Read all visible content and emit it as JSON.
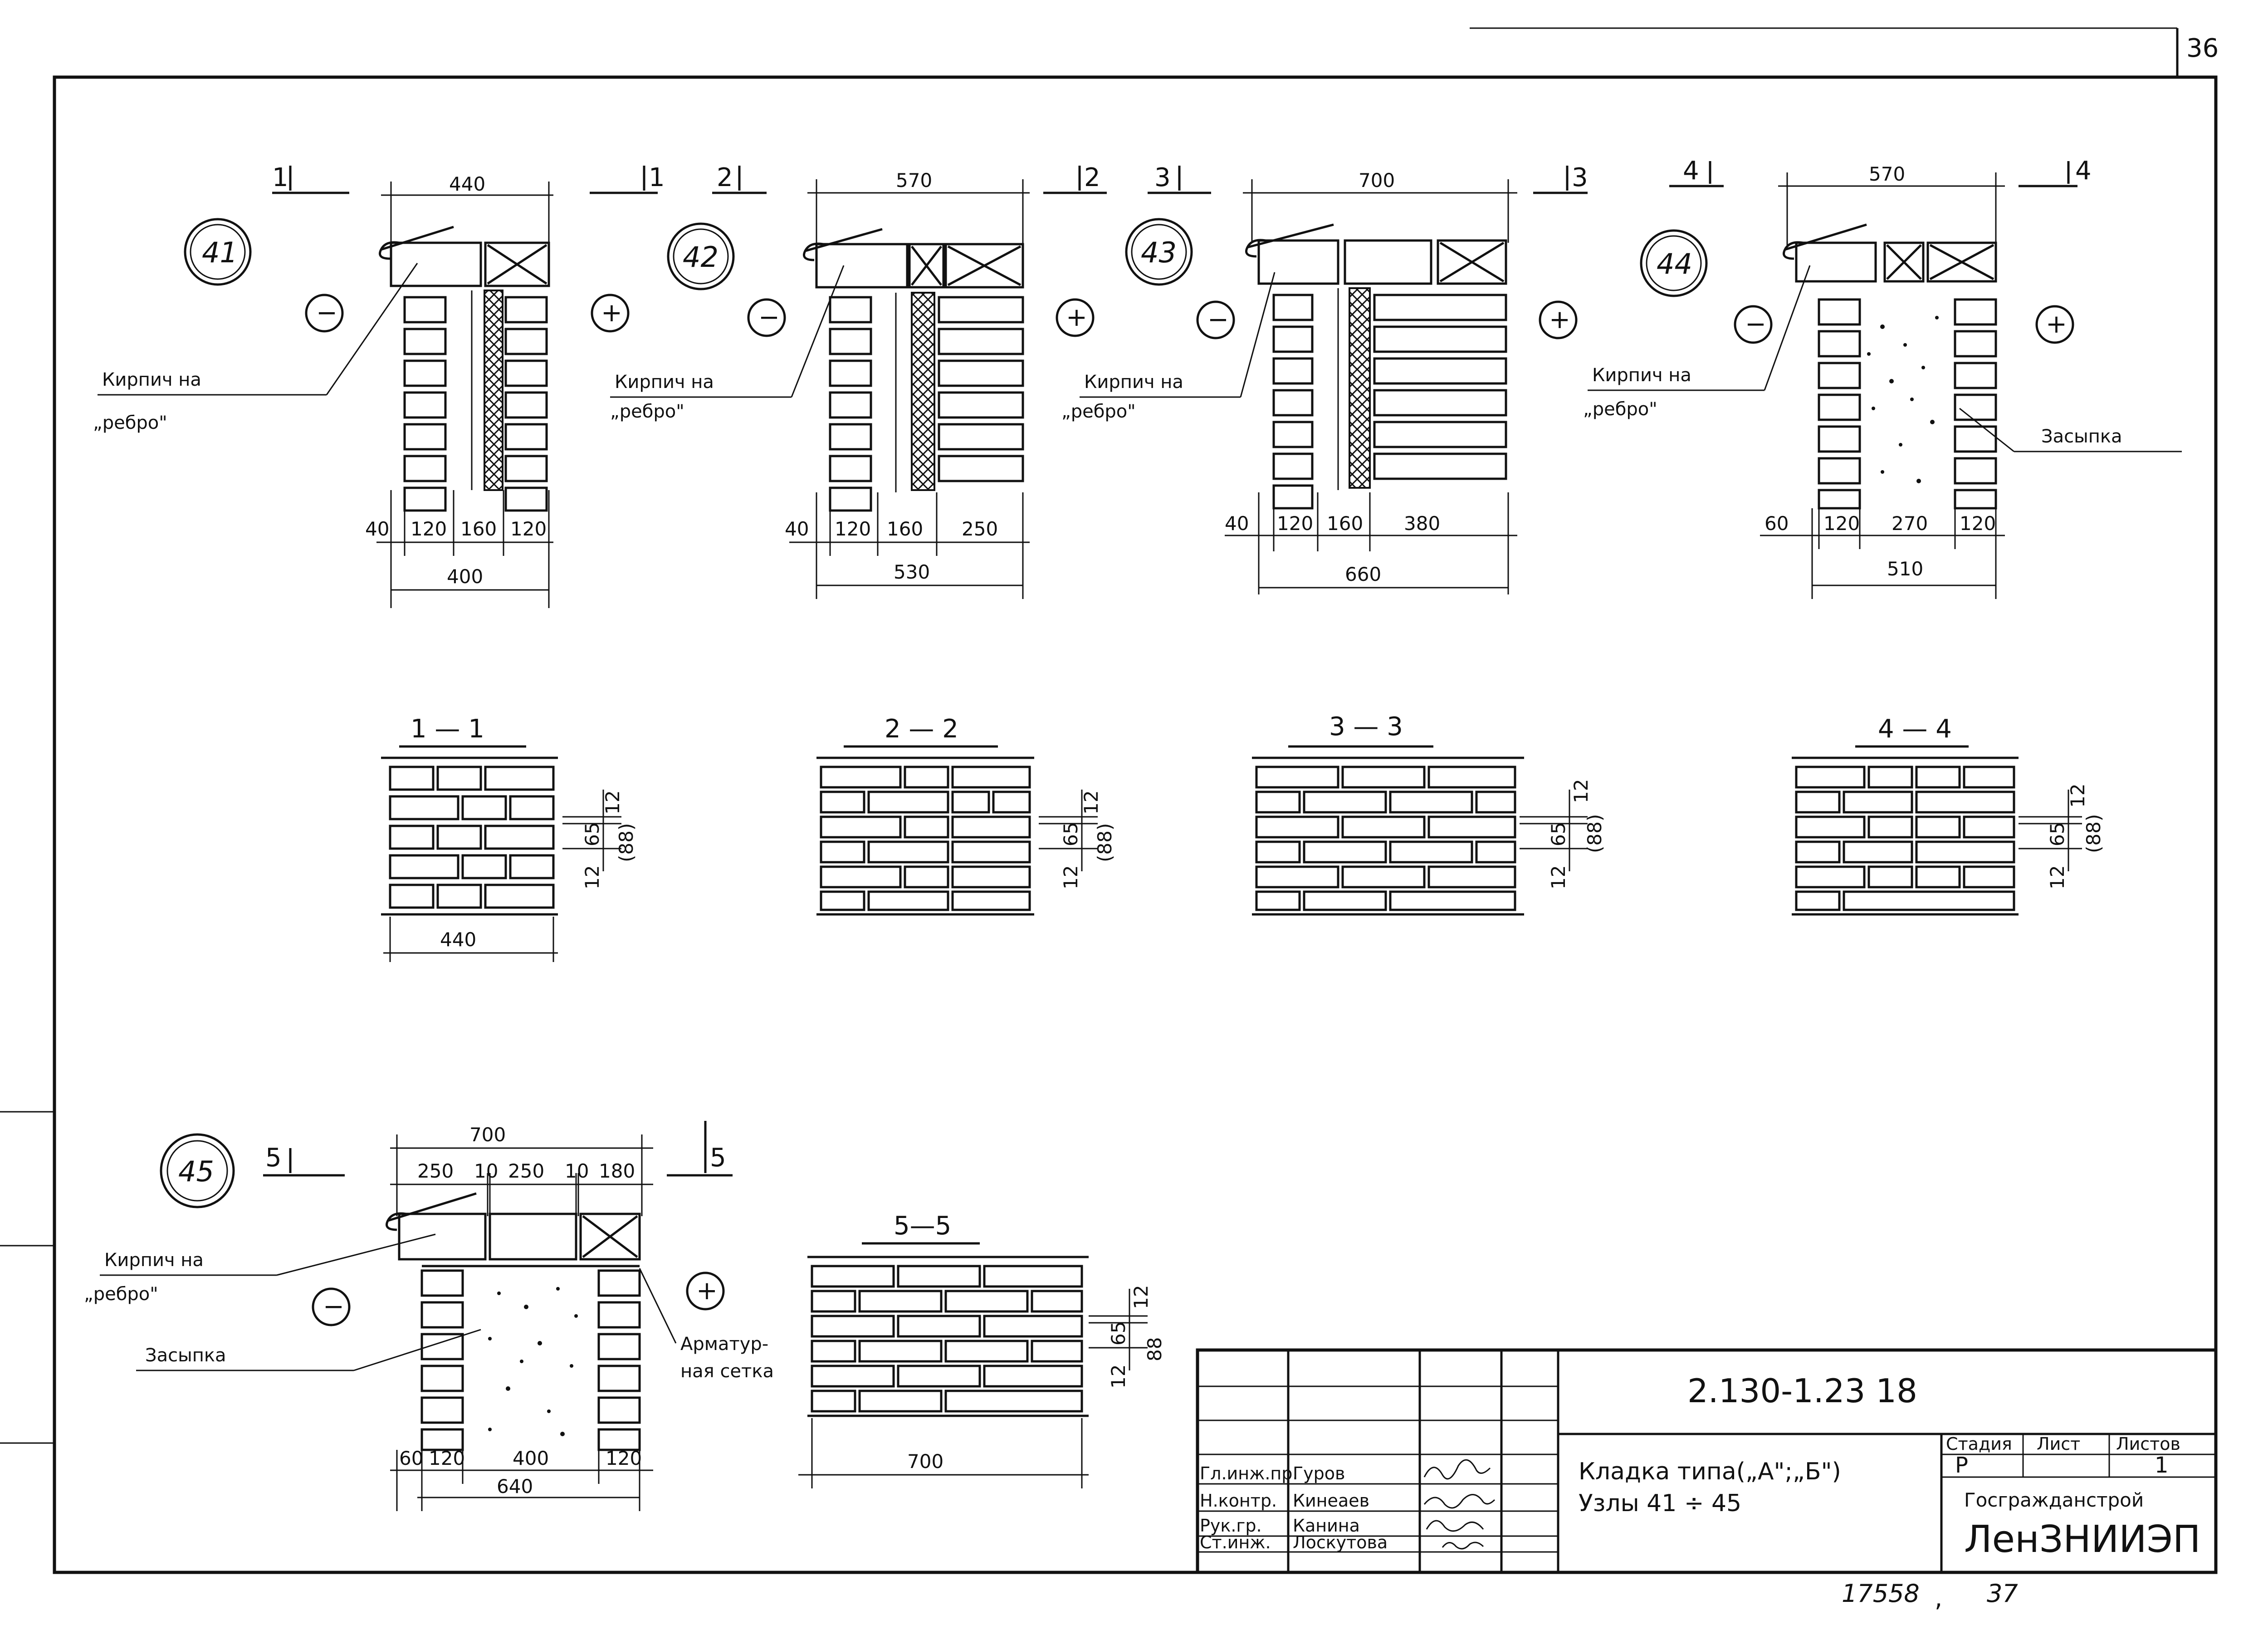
{
  "sheet_number": "36",
  "nodes": [
    {
      "id": "41",
      "cut": "1",
      "top_dim": "440",
      "label": [
        "Кирпич на",
        "„ребро\""
      ],
      "bottom_dims": [
        "40",
        "120",
        "160",
        "120"
      ],
      "total_dim": "400",
      "section": {
        "title": "1 — 1",
        "width": "440",
        "dims": [
          "12",
          "65",
          "12",
          "(88)"
        ]
      }
    },
    {
      "id": "42",
      "cut": "2",
      "top_dim": "570",
      "label": [
        "Кирпич на",
        "„ребро\""
      ],
      "bottom_dims": [
        "40",
        "120",
        "160",
        "250"
      ],
      "total_dim": "530",
      "section": {
        "title": "2 — 2",
        "dims": [
          "12",
          "65",
          "12",
          "(88)"
        ]
      }
    },
    {
      "id": "43",
      "cut": "3",
      "top_dim": "700",
      "label": [
        "Кирпич на",
        "„ребро\""
      ],
      "bottom_dims": [
        "40",
        "120",
        "160",
        "380"
      ],
      "total_dim": "660",
      "section": {
        "title": "3 — 3",
        "dims": [
          "12",
          "65",
          "12",
          "(88)"
        ]
      }
    },
    {
      "id": "44",
      "cut": "4",
      "top_dim": "570",
      "label": [
        "Кирпич на",
        "„ребро\""
      ],
      "fill_label": "Засыпка",
      "bottom_dims": [
        "60",
        "120",
        "270",
        "120"
      ],
      "total_dim": "510",
      "section": {
        "title": "4 — 4",
        "dims": [
          "12",
          "65",
          "12",
          "(88)"
        ]
      }
    },
    {
      "id": "45",
      "cut": "5",
      "top_dim": "700",
      "top_sub_dims": [
        "250",
        "10",
        "250",
        "10",
        "180"
      ],
      "label": [
        "Кирпич на",
        "„ребро\""
      ],
      "fill_label": "Засыпка",
      "mesh_label": [
        "Арматур-",
        "ная сетка"
      ],
      "bottom_dims": [
        "60",
        "120",
        "400",
        "120"
      ],
      "total_dim": "640",
      "section": {
        "title": "5—5",
        "width": "700",
        "dims": [
          "12",
          "65",
          "12",
          "88"
        ]
      }
    }
  ],
  "signs": {
    "minus": "−",
    "plus": "+"
  },
  "title_block": {
    "code": "2.130-1.23 18",
    "title_line1": "Кладка   типа(„А\";„Б\")",
    "title_line2": "Узлы   41 ÷ 45",
    "stage_header": "Стадия",
    "sheet_header": "Лист",
    "sheets_header": "Листов",
    "stage": "Р",
    "sheet": "",
    "sheets": "1",
    "org1": "Госгражданстрой",
    "org2": "ЛенЗНИИЭП",
    "roles": [
      {
        "role": "Гл.инж.пр.",
        "name": "Гуров"
      },
      {
        "role": "Н.контр.",
        "name": "Кинеаев"
      },
      {
        "role": "Рук.гр.",
        "name": "Канина"
      },
      {
        "role": "Ст.инж.",
        "name": "Лоскутова"
      }
    ]
  },
  "footer": {
    "inventory": "17558",
    "page": "37"
  }
}
